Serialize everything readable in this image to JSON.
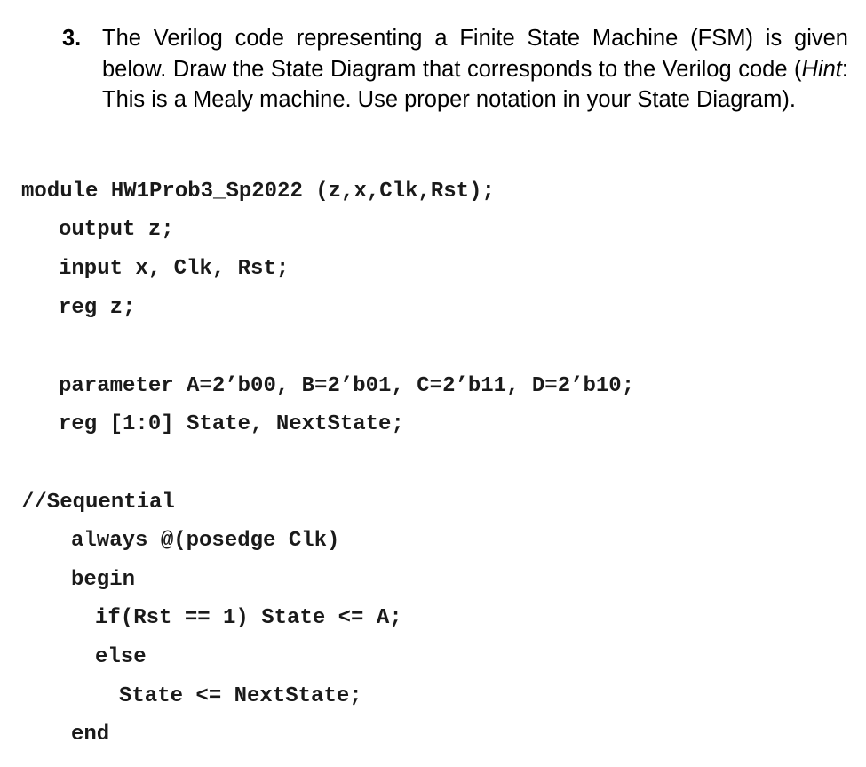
{
  "question": {
    "number": "3.",
    "text_before_hint": "The Verilog code representing a Finite State Machine (FSM) is given below. Draw the State Diagram that corresponds to the Verilog code (",
    "hint_label": "Hint",
    "text_after_hint": ": This is a Mealy machine. Use proper notation in your State Diagram)."
  },
  "code": {
    "lines": [
      "module HW1Prob3_Sp2022 (z,x,Clk,Rst);",
      "output z;",
      "input x, Clk, Rst;",
      "reg z;",
      "parameter A=2’b00, B=2’b01, C=2’b11, D=2’b10;",
      "reg [1:0] State, NextState;",
      "//Sequential",
      "always @(posedge Clk)",
      "begin",
      "if(Rst == 1) State <= A;",
      "else",
      "State <= NextState;",
      "end"
    ]
  }
}
